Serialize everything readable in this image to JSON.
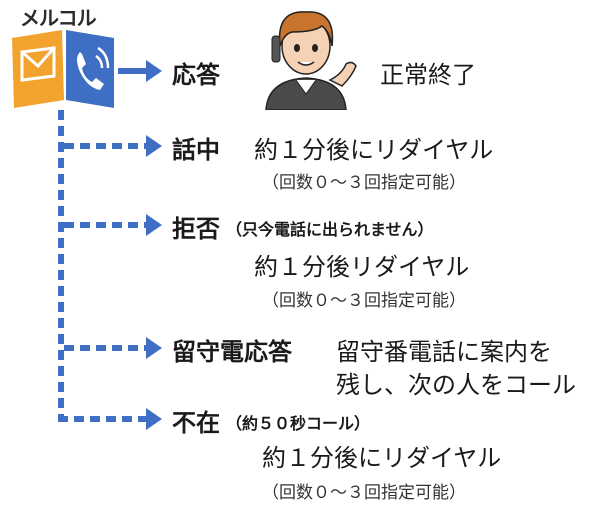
{
  "logo": {
    "text": "メルコル",
    "icons": [
      "mail-icon",
      "phone-icon"
    ],
    "colors": {
      "orange": "#f2a32e",
      "blue": "#3f6fc4"
    }
  },
  "answer": {
    "label": "応答",
    "result": "正常終了"
  },
  "busy": {
    "label": "話中",
    "text": "約１分後にリダイヤル",
    "note": "（回数０～３回指定可能）"
  },
  "reject": {
    "label": "拒否",
    "paren": "（只今電話に出られません）",
    "text": "約１分後リダイヤル",
    "note": "（回数０～３回指定可能）"
  },
  "voicemail": {
    "label": "留守電応答",
    "text_line1": "留守番電話に案内を",
    "text_line2": "残し、次の人をコール"
  },
  "absent": {
    "label": "不在",
    "paren": "（約５０秒コール）",
    "text": "約１分後にリダイヤル",
    "note": "（回数０～３回指定可能）"
  },
  "colors": {
    "accent": "#3f6fc4"
  }
}
